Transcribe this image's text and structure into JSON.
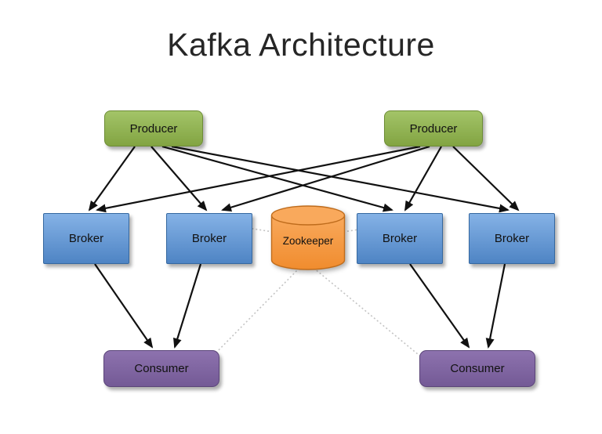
{
  "title": "Kafka Architecture",
  "nodes": {
    "producer1": {
      "label": "Producer",
      "type": "producer"
    },
    "producer2": {
      "label": "Producer",
      "type": "producer"
    },
    "broker1": {
      "label": "Broker",
      "type": "broker"
    },
    "broker2": {
      "label": "Broker",
      "type": "broker"
    },
    "broker3": {
      "label": "Broker",
      "type": "broker"
    },
    "broker4": {
      "label": "Broker",
      "type": "broker"
    },
    "zookeeper": {
      "label": "Zookeeper",
      "type": "zookeeper"
    },
    "consumer1": {
      "label": "Consumer",
      "type": "consumer"
    },
    "consumer2": {
      "label": "Consumer",
      "type": "consumer"
    }
  },
  "colors": {
    "producer_fill_top": "#a3c468",
    "producer_fill_bottom": "#82a442",
    "producer_border": "#6d8c36",
    "broker_fill_top": "#85b2e6",
    "broker_fill_bottom": "#4e84c4",
    "broker_border": "#3568a0",
    "zookeeper_fill_top": "#f9a95c",
    "zookeeper_fill_bottom": "#f08c2e",
    "zookeeper_border": "#bf6c1c",
    "consumer_fill_top": "#8d72ae",
    "consumer_fill_bottom": "#745a96",
    "consumer_border": "#5b4579",
    "edge_solid": "#111111",
    "edge_dotted": "#c4c4c4"
  },
  "edges": [
    {
      "from": "producer1",
      "to": "broker1",
      "style": "solid",
      "arrow": true
    },
    {
      "from": "producer1",
      "to": "broker2",
      "style": "solid",
      "arrow": true
    },
    {
      "from": "producer1",
      "to": "broker3",
      "style": "solid",
      "arrow": true
    },
    {
      "from": "producer1",
      "to": "broker4",
      "style": "solid",
      "arrow": true
    },
    {
      "from": "producer2",
      "to": "broker1",
      "style": "solid",
      "arrow": true
    },
    {
      "from": "producer2",
      "to": "broker2",
      "style": "solid",
      "arrow": true
    },
    {
      "from": "producer2",
      "to": "broker3",
      "style": "solid",
      "arrow": true
    },
    {
      "from": "producer2",
      "to": "broker4",
      "style": "solid",
      "arrow": true
    },
    {
      "from": "broker1",
      "to": "consumer1",
      "style": "solid",
      "arrow": true
    },
    {
      "from": "broker2",
      "to": "consumer1",
      "style": "solid",
      "arrow": true
    },
    {
      "from": "broker3",
      "to": "consumer2",
      "style": "solid",
      "arrow": true
    },
    {
      "from": "broker4",
      "to": "consumer2",
      "style": "solid",
      "arrow": true
    },
    {
      "from": "zookeeper",
      "to": "broker2",
      "style": "dotted",
      "arrow": false
    },
    {
      "from": "zookeeper",
      "to": "broker3",
      "style": "dotted",
      "arrow": false
    },
    {
      "from": "zookeeper",
      "to": "consumer1",
      "style": "dotted",
      "arrow": false
    },
    {
      "from": "zookeeper",
      "to": "consumer2",
      "style": "dotted",
      "arrow": false
    }
  ]
}
